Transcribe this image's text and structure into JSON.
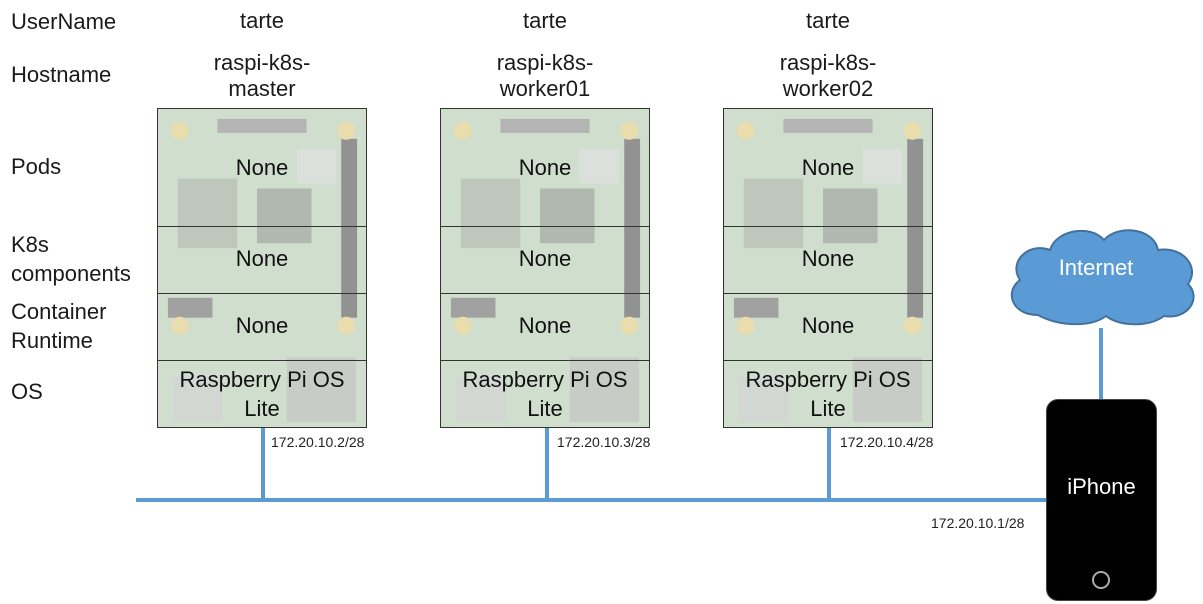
{
  "row_labels": {
    "username": "UserName",
    "hostname": "Hostname",
    "pods": "Pods",
    "k8s_components": "K8s\ncomponents",
    "container_runtime": "Container\nRuntime",
    "os": "OS"
  },
  "nodes": [
    {
      "username": "tarte",
      "hostname": "raspi-k8s-\nmaster",
      "pods": "None",
      "k8s_components": "None",
      "container_runtime": "None",
      "os": "Raspberry Pi OS\nLite",
      "ip": "172.20.10.2/28"
    },
    {
      "username": "tarte",
      "hostname": "raspi-k8s-\nworker01",
      "pods": "None",
      "k8s_components": "None",
      "container_runtime": "None",
      "os": "Raspberry Pi OS\nLite",
      "ip": "172.20.10.3/28"
    },
    {
      "username": "tarte",
      "hostname": "raspi-k8s-\nworker02",
      "pods": "None",
      "k8s_components": "None",
      "container_runtime": "None",
      "os": "Raspberry Pi OS\nLite",
      "ip": "172.20.10.4/28"
    }
  ],
  "internet": {
    "label": "Internet",
    "color": "#5b9bd5"
  },
  "iphone": {
    "label": "iPhone",
    "ip": "172.20.10.1/28"
  },
  "colors": {
    "network_line": "#5b9bd5",
    "board_green": "#b7c9b6"
  }
}
